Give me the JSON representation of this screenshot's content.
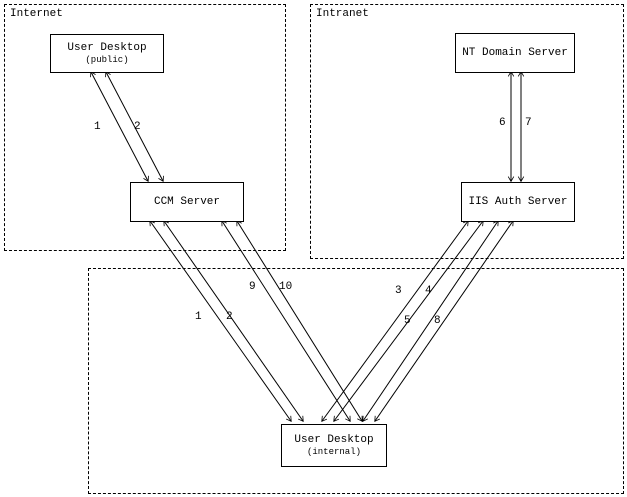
{
  "zones": {
    "internet": {
      "label": "Internet"
    },
    "intranet": {
      "label": "Intranet"
    }
  },
  "nodes": {
    "user_desktop_public": {
      "title": "User Desktop",
      "subtitle": "(public)"
    },
    "ccm_server": {
      "title": "CCM Server"
    },
    "nt_domain_server": {
      "title": "NT Domain Server"
    },
    "iis_auth_server": {
      "title": "IIS Auth Server"
    },
    "user_desktop_internal": {
      "title": "User Desktop",
      "subtitle": "(internal)"
    }
  },
  "edge_labels": {
    "public_ccm_1": "1",
    "public_ccm_2": "2",
    "nt_iis_6": "6",
    "nt_iis_7": "7",
    "ccm_internal_1": "1",
    "ccm_internal_2": "2",
    "ccm_internal_9": "9",
    "ccm_internal_10": "10",
    "iis_internal_3": "3",
    "iis_internal_4": "4",
    "iis_internal_5": "5",
    "iis_internal_8": "8"
  },
  "colors": {
    "line": "#000000",
    "background": "#ffffff"
  }
}
